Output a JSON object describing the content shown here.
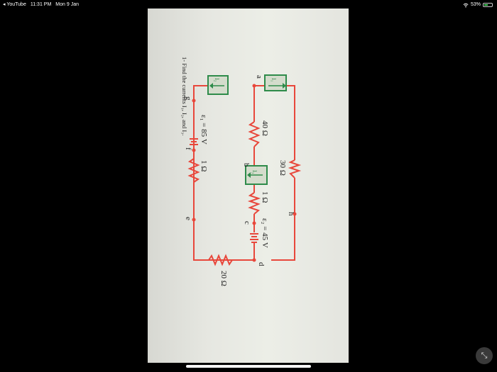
{
  "status_bar": {
    "back_app": "◂ YouTube",
    "time": "11:31 PM",
    "date": "Mon 9 Jan",
    "battery": "53%",
    "battery_level": 0.53
  },
  "problem": {
    "text": "1- Find the currents I₁, I₂, and I₃."
  },
  "circuit": {
    "r_top": "30 Ω",
    "r_middle": "40 Ω",
    "r_bottom": "20 Ω",
    "r_internal_2": "1 Ω",
    "r_internal_1": "1 Ω",
    "emf_2": "ε₂ = 45 V",
    "emf_1": "ε₁ = 85 V",
    "current_1": "I₁",
    "current_2": "I₂",
    "current_3": "I₃",
    "node_a": "a",
    "node_b": "b",
    "node_c": "c",
    "node_d": "d",
    "node_e": "e",
    "node_f": "f",
    "node_g": "g",
    "node_h": "h"
  },
  "colors": {
    "wire": "#e8473b",
    "current_box": "#2e8b4a",
    "background": "#000000"
  },
  "icons": {
    "collapse": "collapse-arrows-icon",
    "wifi": "wifi-icon",
    "battery": "battery-icon"
  }
}
